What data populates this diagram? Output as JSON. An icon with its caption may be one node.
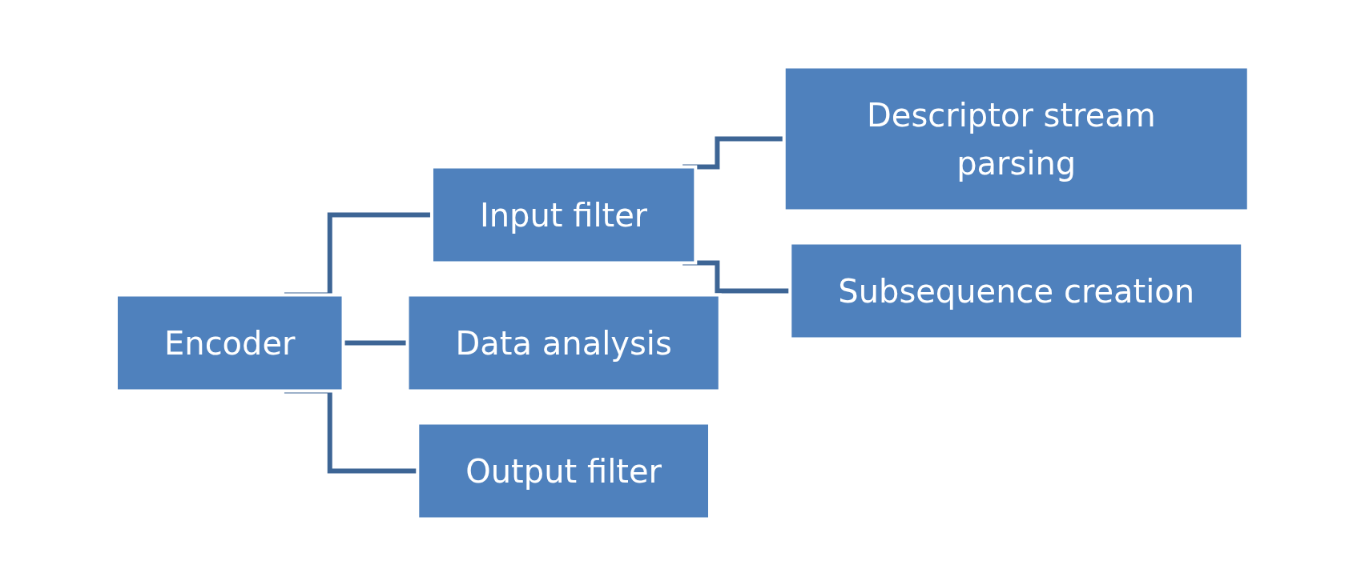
{
  "diagram": {
    "nodes": [
      {
        "text": [
          "Encoder"
        ]
      },
      {
        "text": [
          "Input filter"
        ]
      },
      {
        "text": [
          "Data analysis"
        ]
      },
      {
        "text": [
          "Output filter"
        ]
      },
      {
        "text": [
          "Descriptor stream parsing"
        ]
      },
      {
        "text": [
          "Subsequence creation"
        ]
      }
    ],
    "edges": [
      {
        "from": 0,
        "to": 1,
        "arrow": "none"
      },
      {
        "from": 0,
        "to": 2,
        "arrow": "none"
      },
      {
        "from": 0,
        "to": 3,
        "arrow": "none"
      },
      {
        "from": 1,
        "to": 4,
        "arrow": "none"
      },
      {
        "from": 1,
        "to": 5,
        "arrow": "none"
      }
    ]
  }
}
